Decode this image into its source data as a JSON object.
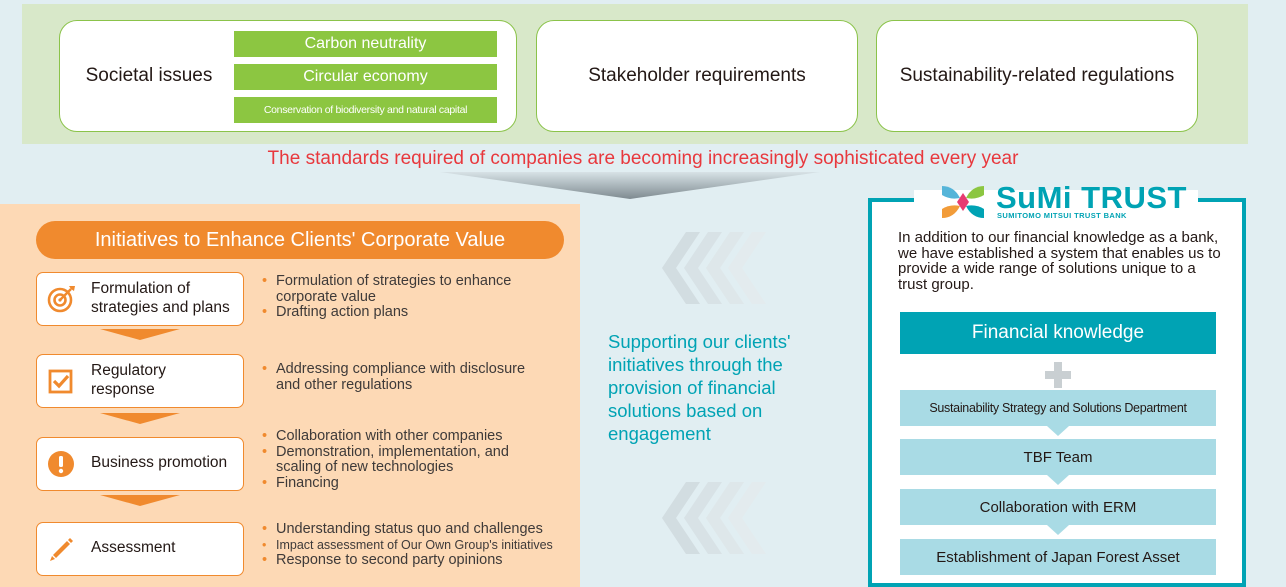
{
  "top": {
    "societal_issues": "Societal issues",
    "issues": [
      "Carbon neutrality",
      "Circular economy",
      "Conservation of biodiversity and natural capital"
    ],
    "stakeholder": "Stakeholder requirements",
    "regulations": "Sustainability-related regulations"
  },
  "tagline": "The standards required of companies are becoming increasingly sophisticated every year",
  "initiatives": {
    "title": "Initiatives to Enhance Clients' Corporate Value",
    "steps": [
      {
        "label": "Formulation of strategies and plans",
        "icon": "target-icon",
        "bullets": [
          "Formulation of strategies to enhance corporate value",
          "Drafting action plans"
        ]
      },
      {
        "label": "Regulatory response",
        "icon": "checkbox-icon",
        "bullets": [
          "Addressing compliance with disclosure and other regulations"
        ]
      },
      {
        "label": "Business promotion",
        "icon": "exclamation-icon",
        "bullets": [
          "Collaboration with other companies",
          "Demonstration, implementation, and scaling of new technologies",
          "Financing"
        ]
      },
      {
        "label": "Assessment",
        "icon": "pencil-icon",
        "bullets": [
          "Understanding status quo and challenges",
          "Impact assessment of Our Own Group's initiatives",
          "Response to second party opinions"
        ]
      }
    ]
  },
  "supporting": "Supporting our clients' initiatives through the provision of financial solutions based on engagement",
  "right": {
    "logo_name": "SuMi TRUST",
    "logo_sub": "SUMITOMO MITSUI TRUST BANK",
    "description": "In addition to our financial knowledge as a bank, we have established a system that enables us to provide a wide range of solutions unique to a trust group.",
    "financial_knowledge": "Financial knowledge",
    "items": [
      "Sustainability Strategy and Solutions Department",
      "TBF Team",
      "Collaboration with ERM",
      "Establishment of Japan Forest Asset"
    ]
  },
  "colors": {
    "orange": "#f08a2e",
    "teal": "#00a3b4",
    "green": "#8cc641",
    "red": "#e8383d"
  }
}
